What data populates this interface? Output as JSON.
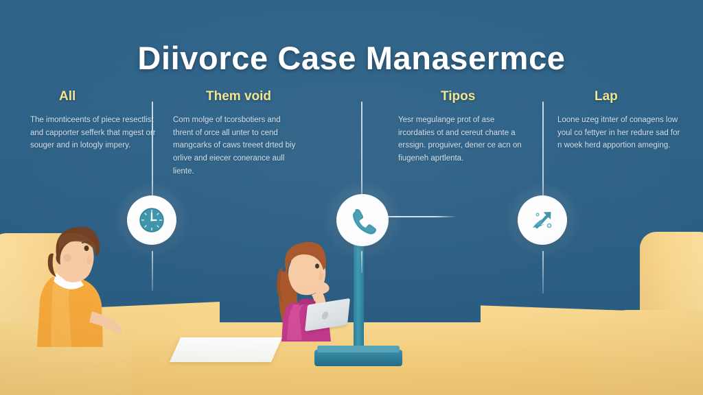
{
  "title": "Diivorce Case Manasermce",
  "colors": {
    "background": "#2e6389",
    "heading_accent": "#f1e58f",
    "body_text": "#dfeaf2",
    "title_text": "#ffffff",
    "icon_teal": "#3a93ab",
    "furniture_yellow": "#f8d78f",
    "mic_teal": "#2e7d97"
  },
  "columns": [
    {
      "heading": "All",
      "body": "The imonticeents of piece resectlist and capporter sefferk that mgest orr souger and in lotogly impery."
    },
    {
      "heading": "Them void",
      "body": "Com molge of tcorsbotiers and thrent of orce all unter to cend mangcarks of caws treeet drted biy orlive and eiecer conerance aull liente."
    },
    {
      "heading": "Tipos",
      "body": "Yesr megulange prot of ase ircordaties ot and cereut chante a erssign. proguiver, dener ce acn on fiugeneh aprtlenta."
    },
    {
      "heading": "Lap",
      "body": "Loone uzeg itnter of conagens low youl co fettyer in her redure sad for n woek herd apportion ameging."
    }
  ],
  "icons": [
    {
      "name": "clock-icon",
      "label": "clock"
    },
    {
      "name": "phone-icon",
      "label": "telephone handset"
    },
    {
      "name": "growth-arrow-icon",
      "label": "upward growth arrow"
    }
  ],
  "scene": {
    "person_left": "woman with brown bob hair in orange top seated at table",
    "person_center": "woman with long auburn hair in magenta top with laptop",
    "chair_right": "empty yellow chair",
    "table": "light wooden conference table",
    "paper": "white document sheet on table",
    "microphone": "teal microphone stand on table"
  }
}
